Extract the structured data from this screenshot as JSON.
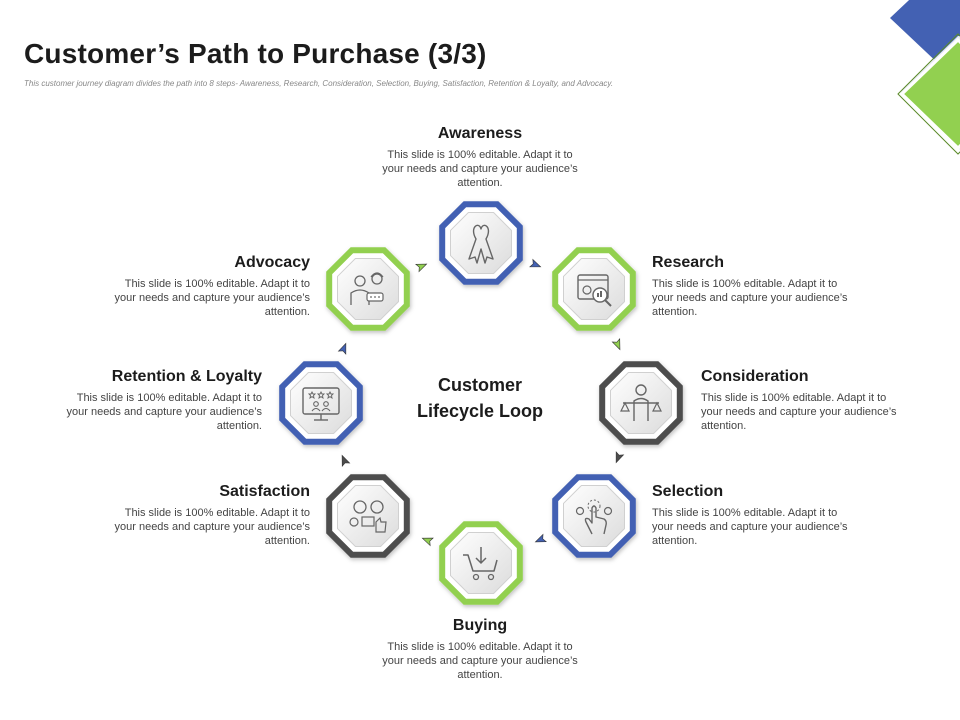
{
  "title": "Customer’s Path to Purchase (3/3)",
  "subtitle": "This customer journey diagram divides the path into 8 steps- Awareness, Research, Consideration, Selection, Buying, Satisfaction, Retention & Loyalty, and Advocacy.",
  "center_label": {
    "line1": "Customer",
    "line2": "Lifecycle  Loop"
  },
  "colors": {
    "blue": "#4361b3",
    "green": "#92d050",
    "dark": "#4d4d4d"
  },
  "steps": [
    {
      "title": "Awareness",
      "desc": "This slide is 100% editable. Adapt it to your needs and capture your audience’s attention.",
      "icon": "ribbon-icon",
      "ring": "blue"
    },
    {
      "title": "Research",
      "desc": "This slide is 100% editable. Adapt it to your needs and capture your audience’s attention.",
      "icon": "data-analysis-icon",
      "ring": "green"
    },
    {
      "title": "Consideration",
      "desc": "This slide is 100% editable. Adapt it to your needs and capture your audience’s attention.",
      "icon": "balance-person-icon",
      "ring": "dark"
    },
    {
      "title": "Selection",
      "desc": "This slide is 100% editable. Adapt it to your needs and capture your audience’s attention.",
      "icon": "hand-tap-icon",
      "ring": "blue"
    },
    {
      "title": "Buying",
      "desc": "This slide is 100% editable. Adapt it to your needs and capture your audience’s attention.",
      "icon": "cart-icon",
      "ring": "green"
    },
    {
      "title": "Satisfaction",
      "desc": "This slide is 100% editable. Adapt it to your needs and capture your audience’s attention.",
      "icon": "feedback-icon",
      "ring": "dark"
    },
    {
      "title": "Retention & Loyalty",
      "desc": "This slide is 100% editable. Adapt it to your needs and capture your audience’s attention.",
      "icon": "rating-screen-icon",
      "ring": "blue"
    },
    {
      "title": "Advocacy",
      "desc": "This slide is 100% editable. Adapt it to your needs and capture your audience’s attention.",
      "icon": "people-talking-icon",
      "ring": "green"
    }
  ]
}
